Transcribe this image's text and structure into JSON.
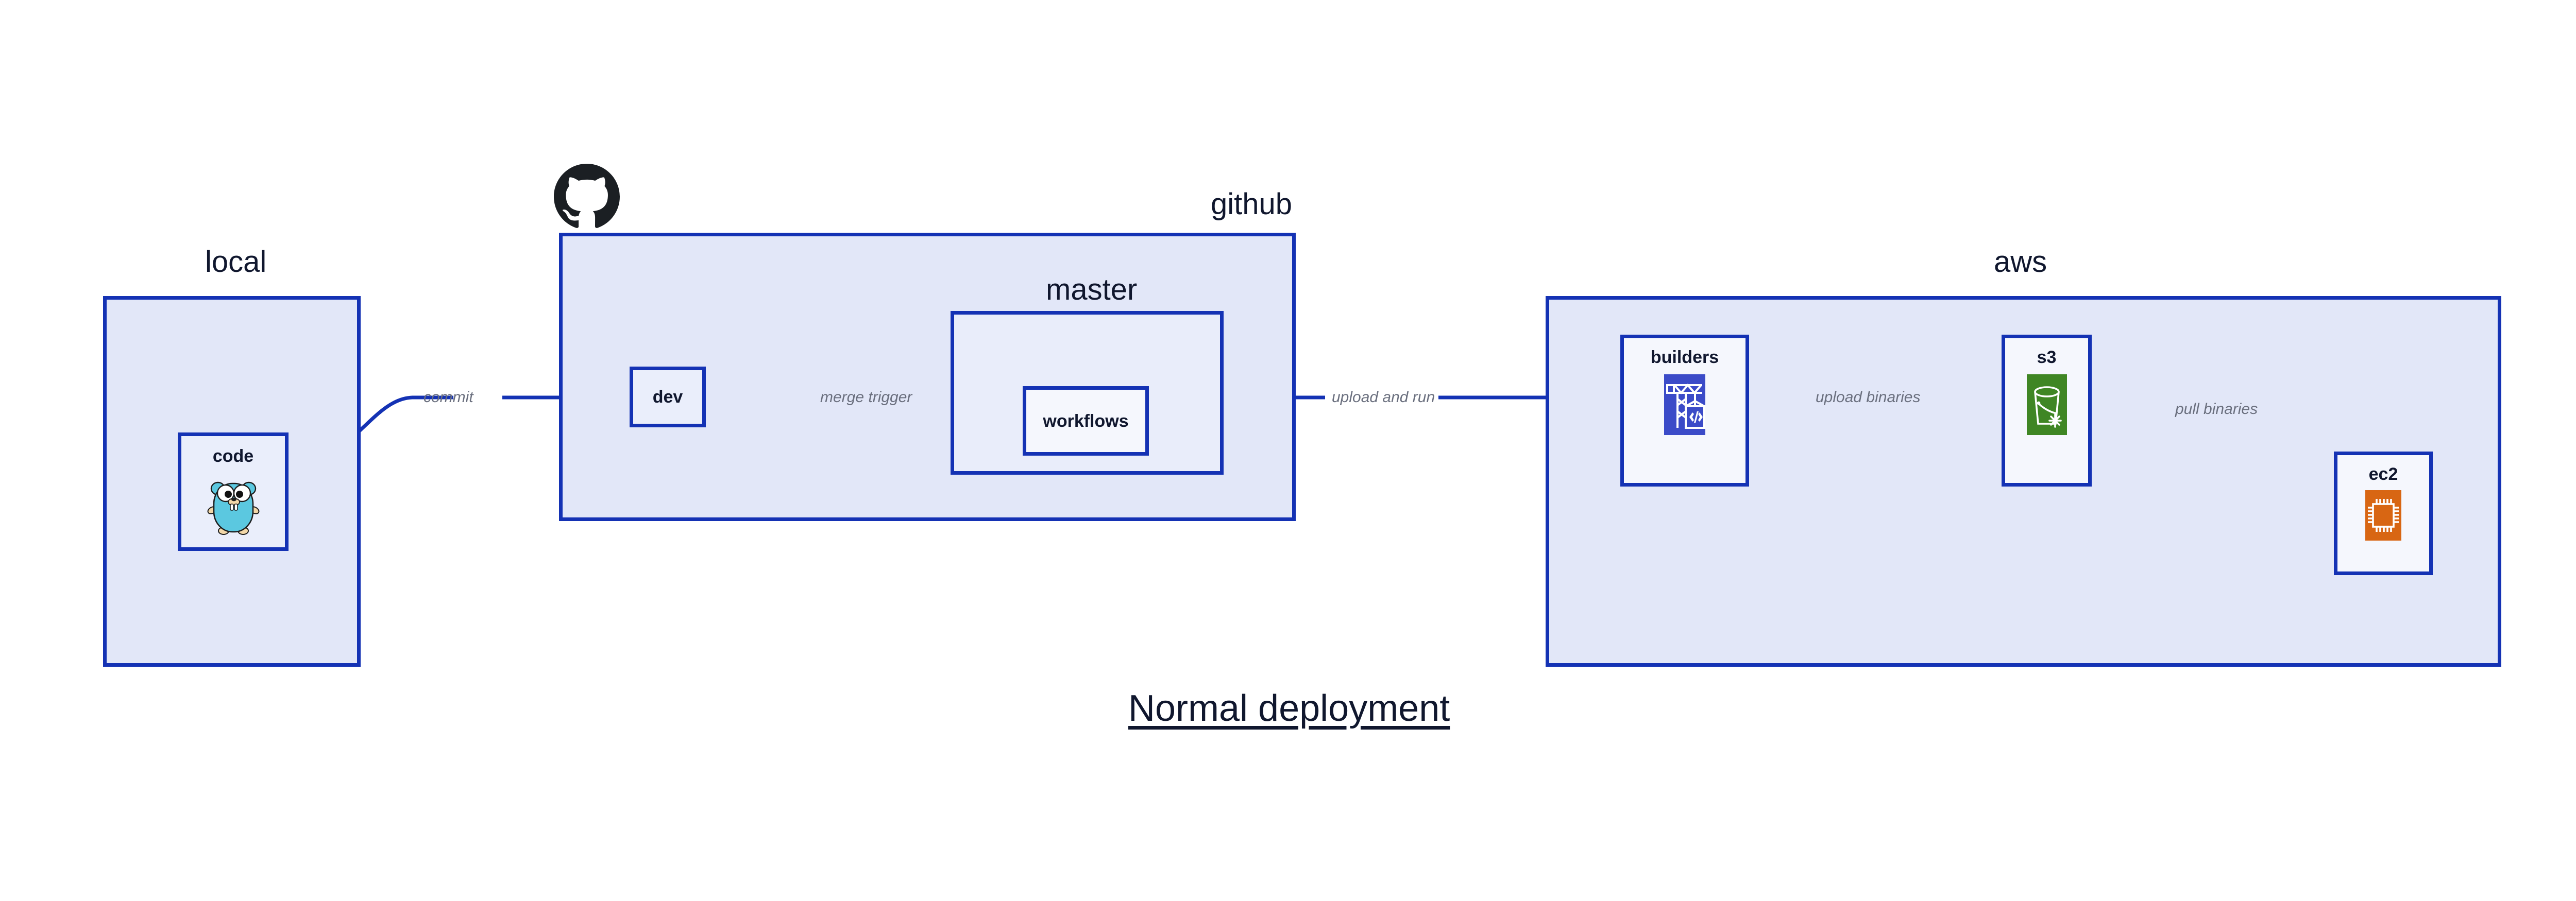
{
  "diagram": {
    "title": "Normal deployment",
    "background_color": "#ffffff",
    "accent_border_color": "#1432b4",
    "group_fill_color": "#e2e7f8",
    "inner_group_fill_color": "#e9edfa",
    "node_fill_color": "#eaeefb",
    "edge_label_color": "#6a6f7e"
  },
  "groups": {
    "local": {
      "label": "local",
      "nodes": {
        "code": {
          "label": "code",
          "icon": "go-gopher-icon"
        }
      }
    },
    "github": {
      "label": "github",
      "icon": "github-octocat-icon",
      "nodes": {
        "dev": {
          "label": "dev"
        }
      },
      "subgroups": {
        "master": {
          "label": "master",
          "nodes": {
            "workflows": {
              "label": "workflows"
            }
          }
        }
      }
    },
    "aws": {
      "label": "aws",
      "nodes": {
        "builders": {
          "label": "builders",
          "icon": "aws-builders-crane-icon",
          "icon_color": "#3b4bc8"
        },
        "s3": {
          "label": "s3",
          "icon": "aws-s3-bucket-icon",
          "icon_color": "#3f8624"
        },
        "ec2": {
          "label": "ec2",
          "icon": "aws-ec2-chip-icon",
          "icon_color": "#d86613"
        }
      }
    }
  },
  "edges": [
    {
      "id": "commit",
      "label": "commit",
      "from": "code",
      "to": "dev"
    },
    {
      "id": "merge-trigger",
      "label": "merge trigger",
      "from": "dev",
      "to": "workflows"
    },
    {
      "id": "upload-and-run",
      "label": "upload and run",
      "from": "workflows",
      "to": "builders"
    },
    {
      "id": "upload-binaries",
      "label": "upload binaries",
      "from": "builders",
      "to": "s3"
    },
    {
      "id": "pull-binaries",
      "label": "pull binaries",
      "from": "s3",
      "to": "ec2"
    }
  ]
}
